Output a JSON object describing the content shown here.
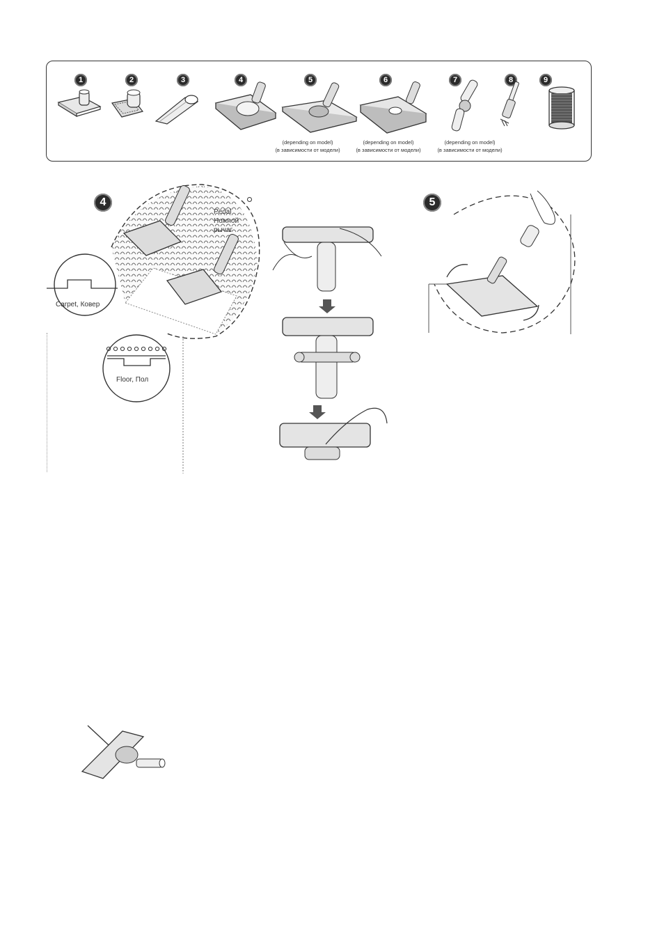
{
  "accessories": {
    "items": [
      {
        "n": "1"
      },
      {
        "n": "2"
      },
      {
        "n": "3"
      },
      {
        "n": "4"
      },
      {
        "n": "5"
      },
      {
        "n": "6"
      },
      {
        "n": "7"
      },
      {
        "n": "8"
      },
      {
        "n": "9"
      }
    ],
    "caption_5": {
      "en": "(depending on model)",
      "ru": "(в зависимости от модели)"
    },
    "caption_6": {
      "en": "(depending on model)",
      "ru": "(в зависимости от модели)"
    },
    "caption_7": {
      "en": "(depending on model)",
      "ru": "(в зависимости от модели)"
    }
  },
  "section4": {
    "number": "4",
    "pedal_label": [
      "Pedal",
      "Ножной",
      "рычаг"
    ],
    "carpet_label": "Carpet, Ковер",
    "floor_label": "Floor, Пол"
  },
  "section5": {
    "number": "5"
  }
}
